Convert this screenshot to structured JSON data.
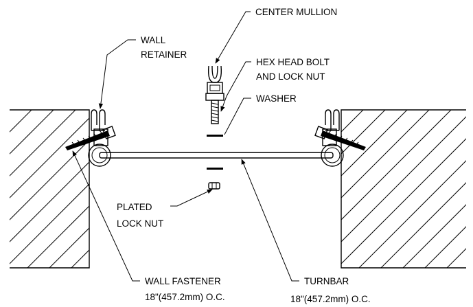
{
  "labels": {
    "center_mullion": "CENTER MULLION",
    "wall_retainer_1": "WALL",
    "wall_retainer_2": "RETAINER",
    "hex_bolt_1": "HEX HEAD BOLT",
    "hex_bolt_2": "AND LOCK NUT",
    "washer": "WASHER",
    "plated_nut_1": "PLATED",
    "plated_nut_2": "LOCK NUT",
    "wall_fastener_1": "WALL FASTENER",
    "wall_fastener_2": "18\"(457.2mm) O.C.",
    "turnbar_1": "TURNBAR",
    "turnbar_2": "18\"(457.2mm) O.C."
  }
}
